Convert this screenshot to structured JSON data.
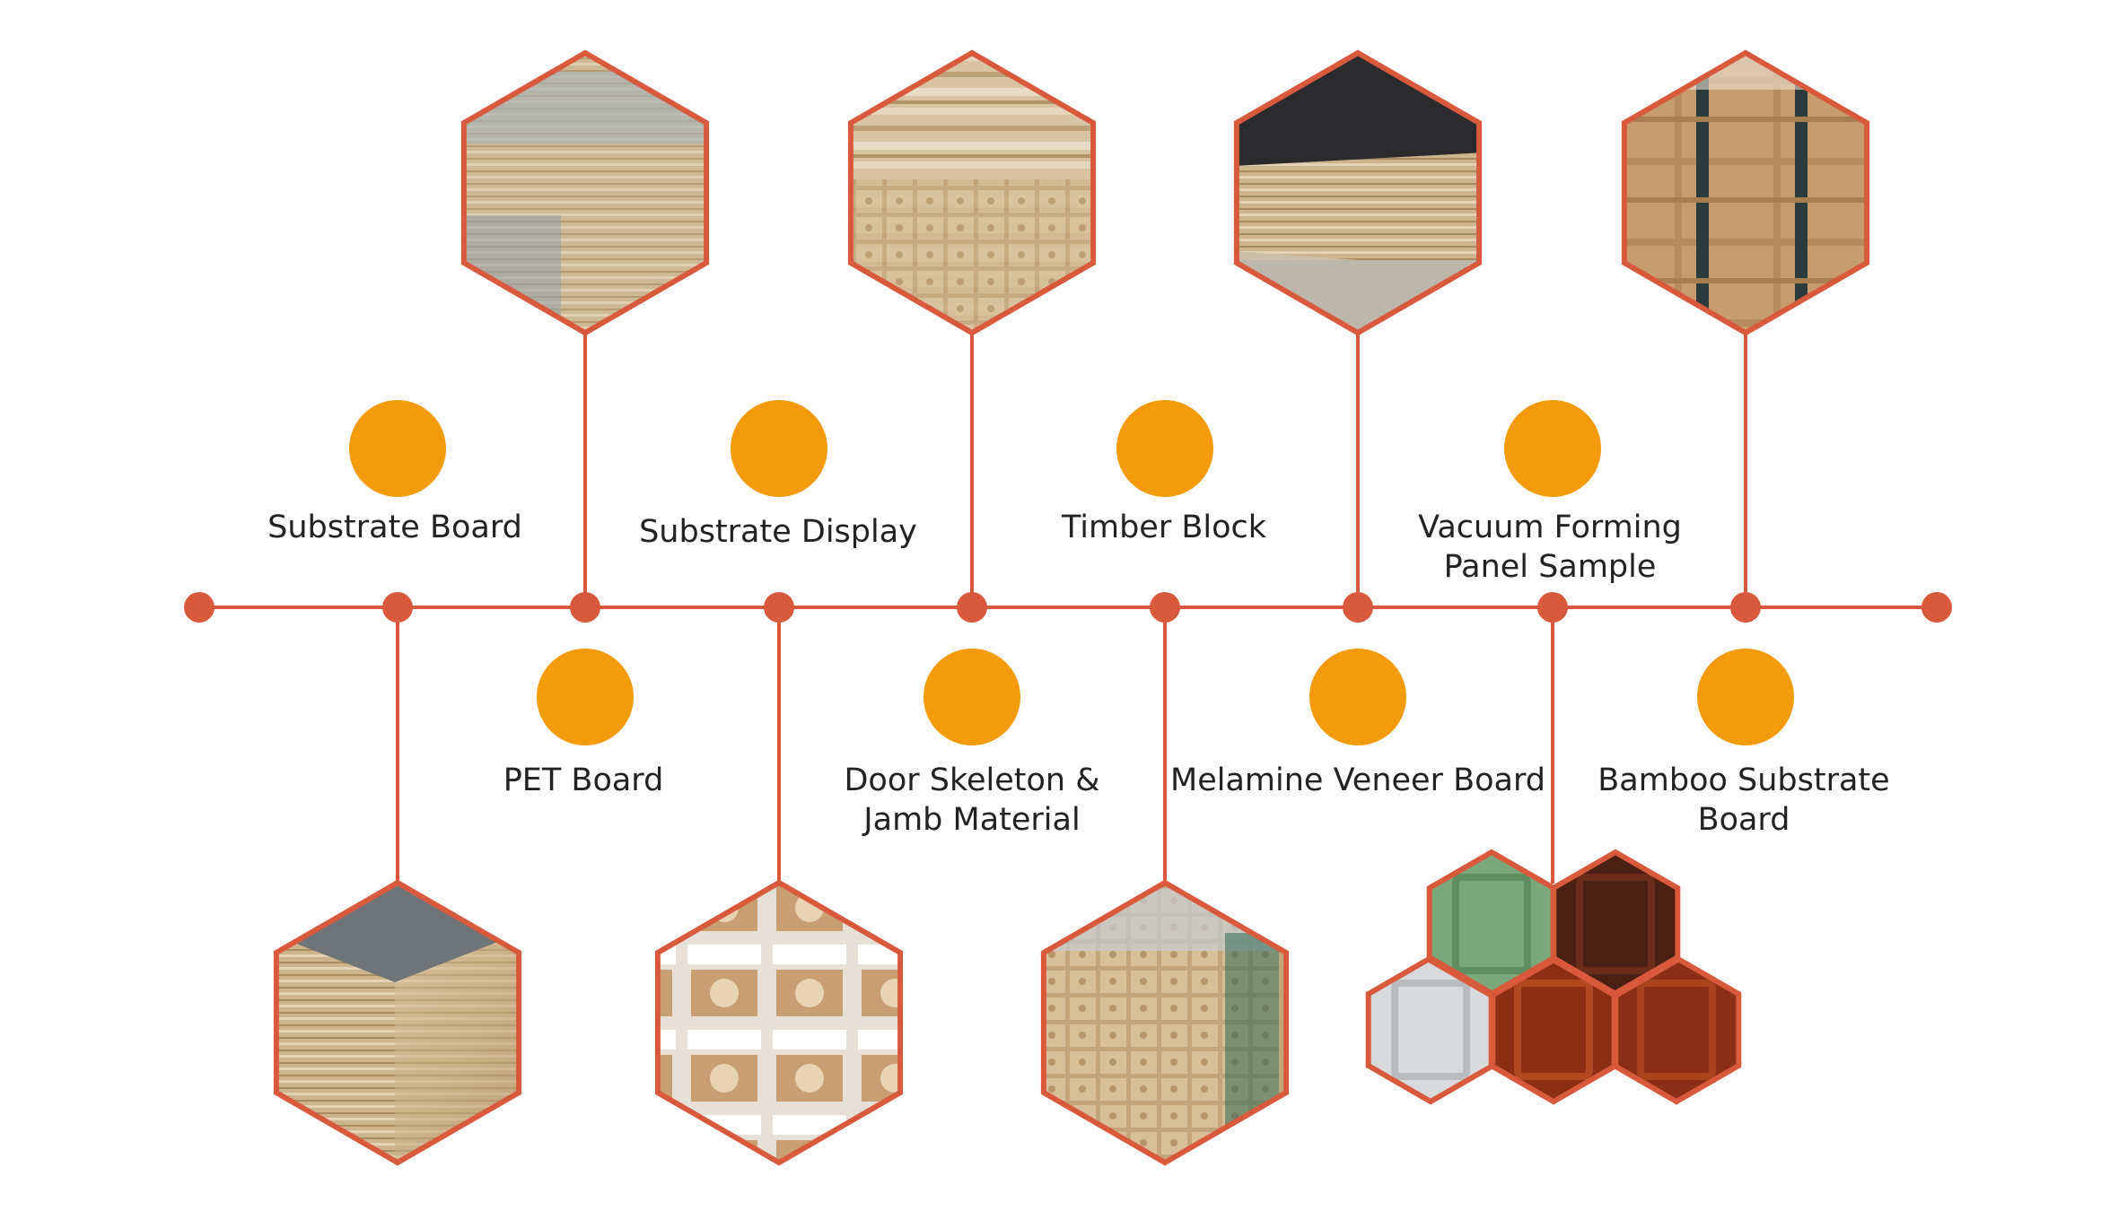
{
  "colors": {
    "timeline": "#D9593D",
    "node": "#D9593D",
    "dot": "#F39B0A",
    "text": "#222222",
    "hex_border": "#D9593D"
  },
  "labels": {
    "substrate_board": "Substrate Board",
    "pet_board": "PET Board",
    "substrate_display": "Substrate Display",
    "door_skeleton": "Door Skeleton &\nJamb Material",
    "timber_block": "Timber Block",
    "melamine_veneer": "Melamine Veneer Board",
    "vacuum_forming": "Vacuum Forming\nPanel Sample",
    "bamboo_substrate": "Bamboo Substrate\nBoard"
  },
  "images": {
    "top": [
      "stacked-board-photo",
      "wood-block-stack-photo",
      "laminated-board-photo",
      "packed-boxes-photo"
    ],
    "bottom": [
      "particle-board-photo",
      "sample-display-wall-photo",
      "timber-lumber-stack-photo"
    ],
    "cluster": [
      "green-door-panel",
      "dark-wood-door-panel",
      "grey-carved-door-panel",
      "red-wood-door-panel",
      "mahogany-door-panel"
    ]
  }
}
